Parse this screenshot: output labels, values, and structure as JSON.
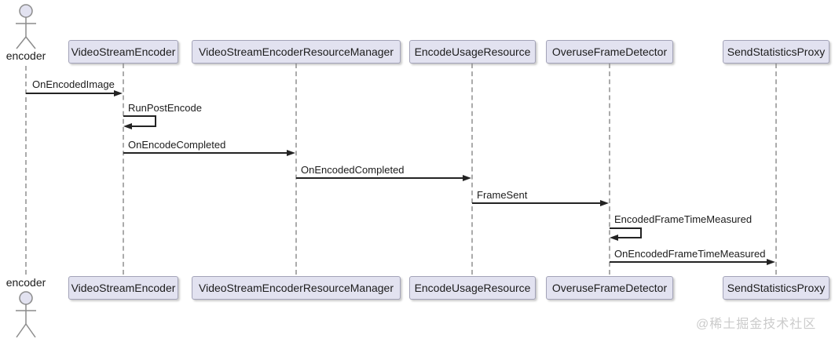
{
  "diagram": {
    "type": "uml-sequence-diagram",
    "actor": {
      "label": "encoder"
    },
    "participants": [
      {
        "label": "VideoStreamEncoder"
      },
      {
        "label": "VideoStreamEncoderResourceManager"
      },
      {
        "label": "EncodeUsageResource"
      },
      {
        "label": "OveruseFrameDetector"
      },
      {
        "label": "SendStatisticsProxy"
      }
    ],
    "messages": [
      {
        "label": "OnEncodedImage",
        "from": "encoder",
        "to": "VideoStreamEncoder",
        "kind": "call"
      },
      {
        "label": "RunPostEncode",
        "from": "VideoStreamEncoder",
        "to": "VideoStreamEncoder",
        "kind": "self-call"
      },
      {
        "label": "OnEncodeCompleted",
        "from": "VideoStreamEncoder",
        "to": "VideoStreamEncoderResourceManager",
        "kind": "call"
      },
      {
        "label": "OnEncodedCompleted",
        "from": "VideoStreamEncoderResourceManager",
        "to": "EncodeUsageResource",
        "kind": "call"
      },
      {
        "label": "FrameSent",
        "from": "EncodeUsageResource",
        "to": "OveruseFrameDetector",
        "kind": "call"
      },
      {
        "label": "EncodedFrameTimeMeasured",
        "from": "OveruseFrameDetector",
        "to": "OveruseFrameDetector",
        "kind": "self-call"
      },
      {
        "label": "OnEncodedFrameTimeMeasured",
        "from": "OveruseFrameDetector",
        "to": "SendStatisticsProxy",
        "kind": "call"
      }
    ],
    "watermark": "@稀土掘金技术社区",
    "colors": {
      "background": "#ffffff",
      "participant_fill": "#e2e2f0",
      "participant_border": "#a3a3b8",
      "message_line": "#232323",
      "lifeline": "#ababab",
      "actor_stroke": "#8c8c8c",
      "watermark": "#cbcbcb"
    }
  }
}
